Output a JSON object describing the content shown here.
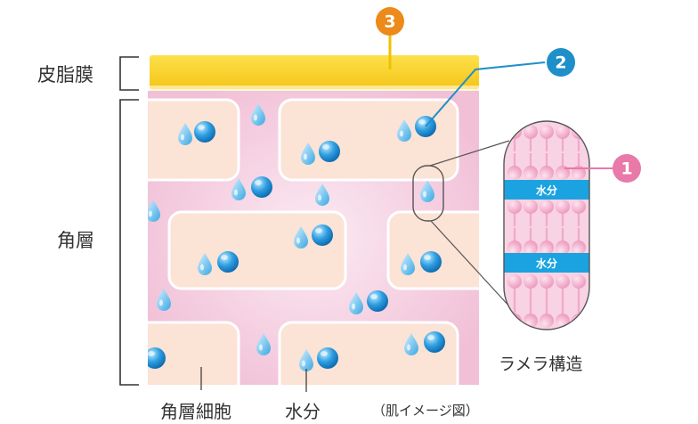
{
  "labels": {
    "sebum_film": "皮脂膜",
    "stratum_corneum": "角層",
    "corneocyte": "角層細胞",
    "water": "水分",
    "image_note": "（肌イメージ図）",
    "lamellar": "ラメラ構造",
    "water_layer_1": "水分",
    "water_layer_2": "水分"
  },
  "markers": {
    "one": "1",
    "two": "2",
    "three": "3"
  },
  "colors": {
    "marker_one": "#e879a8",
    "marker_two": "#1f8fc9",
    "marker_three": "#ec8a1a",
    "sebum": "#f6d21e",
    "stratum_bg": "#f3c6da",
    "cell_fill": "#fbe3d6",
    "droplet": "#57b7e7",
    "water_band": "#1aa3e0",
    "lipid_head": "#f2aeca"
  },
  "icons": {
    "droplet": "water-droplet-icon",
    "ball": "water-ball-icon"
  }
}
